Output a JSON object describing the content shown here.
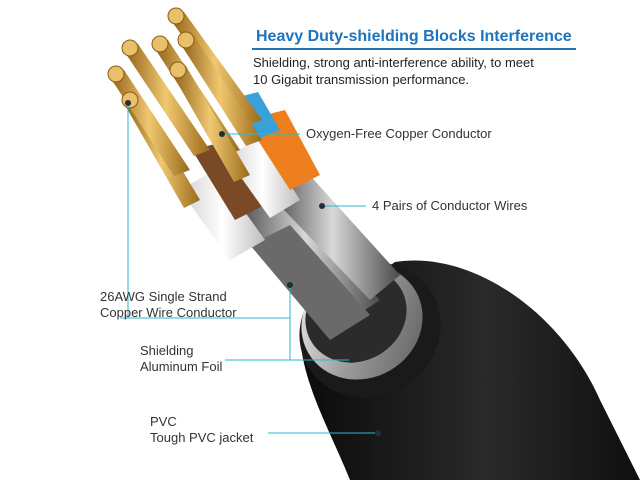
{
  "header": {
    "title": "Heavy Duty-shielding Blocks Interference",
    "subtitle_lines": [
      "Shielding, strong anti-interference ability, to meet",
      "10 Gigabit transmission performance."
    ]
  },
  "callouts": {
    "copper": "Oxygen-Free Copper Conductor",
    "pairs": "4 Pairs of Conductor Wires",
    "awg_line1": "26AWG Single Strand",
    "awg_line2": "Copper Wire Conductor",
    "shield_line1": "Shielding",
    "shield_line2": "Aluminum Foil",
    "pvc_line1": "PVC",
    "pvc_line2": "Tough PVC jacket"
  },
  "colors": {
    "accent": "#1e73be",
    "callout_line": "#2ab7d6",
    "jacket": "#1b1b1b",
    "copper": "#c9962f",
    "orange": "#ee7f1f",
    "brown": "#7a4a26"
  }
}
